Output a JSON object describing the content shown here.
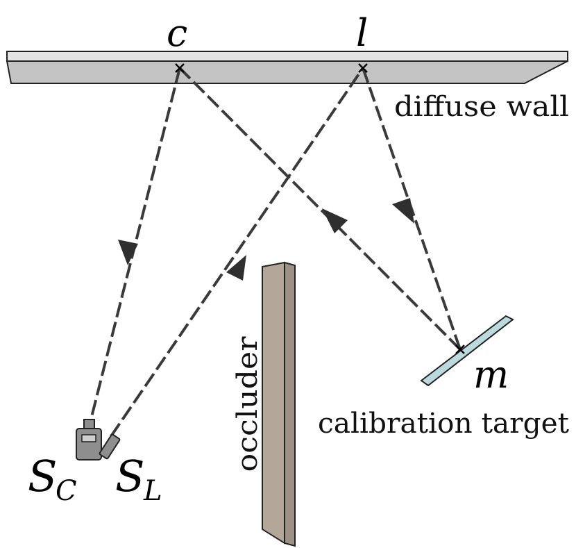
{
  "labels": {
    "camera_point": "c",
    "laser_point": "l",
    "target_point": "m",
    "wall": "diffuse wall",
    "occluder": "occluder",
    "target": "calibration target",
    "camera_main": "S",
    "camera_sub": "C",
    "laser_main": "S",
    "laser_sub": "L"
  },
  "colors": {
    "wall_top": "#e4e4e4",
    "wall_front": "#c4c4c4",
    "occluder_face": "#b2a799",
    "occluder_side": "#9c9184",
    "target_fill": "#bcd9dd",
    "device_fill": "#8e8e8e",
    "ray": "#3a3a3a"
  }
}
